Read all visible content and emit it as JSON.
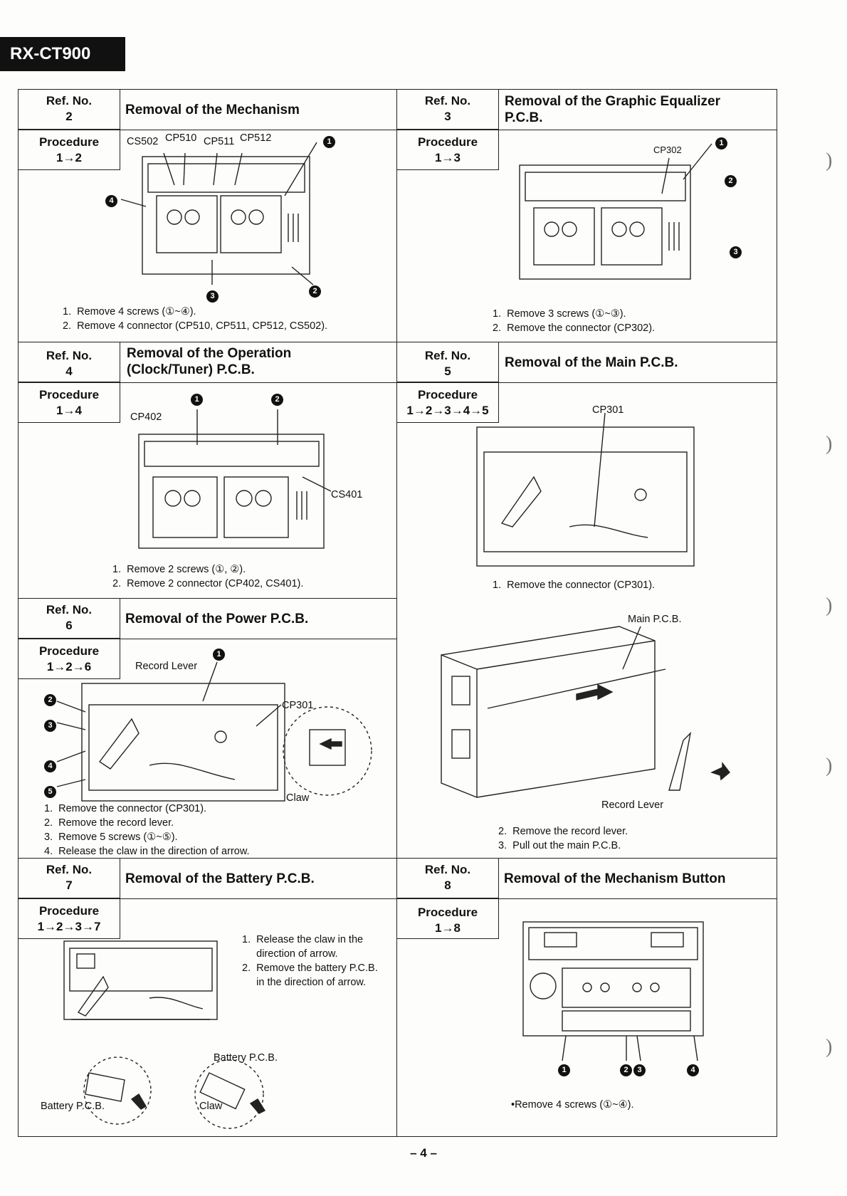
{
  "model": "RX-CT900",
  "page_number": "– 4 –",
  "labels": {
    "ref_no": "Ref. No.",
    "procedure": "Procedure"
  },
  "sections": [
    {
      "ref": "2",
      "title": "Removal of the Mechanism",
      "procedure": "1→2",
      "callouts": [
        "CS502",
        "CP510",
        "CP511",
        "CP512"
      ],
      "steps": [
        "1.  Remove 4 screws (①~④).",
        "2.  Remove 4 connector (CP510, CP511, CP512, CS502)."
      ]
    },
    {
      "ref": "3",
      "title": "Removal of the Graphic Equalizer P.C.B.",
      "procedure": "1→3",
      "callouts": [
        "CP302"
      ],
      "steps": [
        "1.  Remove 3 screws (①~③).",
        "2.  Remove the connector (CP302)."
      ]
    },
    {
      "ref": "4",
      "title": "Removal of the Operation (Clock/Tuner) P.C.B.",
      "procedure": "1→4",
      "callouts": [
        "CP402",
        "CS401"
      ],
      "steps": [
        "1.  Remove 2 screws (①, ②).",
        "2.  Remove 2 connector (CP402, CS401)."
      ]
    },
    {
      "ref": "5",
      "title": "Removal of the Main P.C.B.",
      "procedure": "1→2→3→4→5",
      "callouts": [
        "CP301",
        "Main P.C.B.",
        "Record Lever"
      ],
      "steps": [
        "1.  Remove the connector (CP301).",
        "2.  Remove the record lever.",
        "3.  Pull out the main P.C.B."
      ]
    },
    {
      "ref": "6",
      "title": "Removal of the Power P.C.B.",
      "procedure": "1→2→6",
      "callouts": [
        "Record Lever",
        "CP301",
        "Claw"
      ],
      "steps": [
        "1.  Remove the connector (CP301).",
        "2.  Remove the record lever.",
        "3.  Remove 5 screws (①~⑤).",
        "4.  Release the claw in the direction of arrow."
      ]
    },
    {
      "ref": "7",
      "title": "Removal of the Battery P.C.B.",
      "procedure": "1→2→3→7",
      "callouts": [
        "Battery P.C.B.",
        "Battery P.C.B.",
        "Claw"
      ],
      "steps": [
        "1.  Release the claw in the\n     direction of arrow.",
        "2.  Remove the battery P.C.B.\n     in the direction of arrow."
      ]
    },
    {
      "ref": "8",
      "title": "Removal of the Mechanism Button",
      "procedure": "1→8",
      "callouts": [],
      "steps": [
        "•Remove 4 screws (①~④)."
      ]
    }
  ]
}
